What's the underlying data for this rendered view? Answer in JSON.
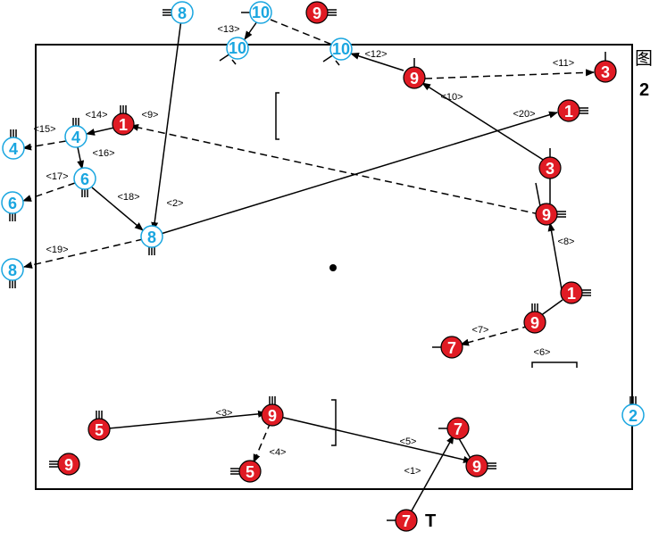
{
  "caption": {
    "title": "图",
    "number": "2"
  },
  "markers": {
    "t_mark": "T"
  },
  "colors": {
    "red": "#e01b24",
    "blue": "#1aa6e0",
    "stroke": "#000000",
    "white": "#ffffff"
  },
  "players": [
    {
      "id": "p1",
      "team": "blue",
      "label": "8"
    },
    {
      "id": "p2",
      "team": "blue",
      "label": "10"
    },
    {
      "id": "p3",
      "team": "red",
      "label": "9"
    },
    {
      "id": "p4",
      "team": "blue",
      "label": "10"
    },
    {
      "id": "p5",
      "team": "blue",
      "label": "10"
    },
    {
      "id": "p6",
      "team": "red",
      "label": "9"
    },
    {
      "id": "p7",
      "team": "red",
      "label": "3"
    },
    {
      "id": "p8",
      "team": "red",
      "label": "1"
    },
    {
      "id": "p9",
      "team": "blue",
      "label": "4"
    },
    {
      "id": "p10",
      "team": "blue",
      "label": "4"
    },
    {
      "id": "p11",
      "team": "blue",
      "label": "6"
    },
    {
      "id": "p12",
      "team": "blue",
      "label": "6"
    },
    {
      "id": "p13",
      "team": "blue",
      "label": "8"
    },
    {
      "id": "p14",
      "team": "blue",
      "label": "8"
    },
    {
      "id": "p15",
      "team": "red",
      "label": "1"
    },
    {
      "id": "p16",
      "team": "red",
      "label": "3"
    },
    {
      "id": "p17",
      "team": "red",
      "label": "9"
    },
    {
      "id": "p18",
      "team": "red",
      "label": "1"
    },
    {
      "id": "p19",
      "team": "red",
      "label": "9"
    },
    {
      "id": "p20",
      "team": "red",
      "label": "7"
    },
    {
      "id": "p21",
      "team": "red",
      "label": "5"
    },
    {
      "id": "p22",
      "team": "red",
      "label": "9"
    },
    {
      "id": "p23",
      "team": "red",
      "label": "9"
    },
    {
      "id": "p24",
      "team": "red",
      "label": "5"
    },
    {
      "id": "p25",
      "team": "red",
      "label": "7"
    },
    {
      "id": "p26",
      "team": "red",
      "label": "9"
    },
    {
      "id": "p27",
      "team": "red",
      "label": "7"
    },
    {
      "id": "p28",
      "team": "blue",
      "label": "2"
    }
  ],
  "paths": [
    {
      "id": "l1",
      "label": "<1>"
    },
    {
      "id": "l2",
      "label": "<2>"
    },
    {
      "id": "l3",
      "label": "<3>"
    },
    {
      "id": "l4",
      "label": "<4>"
    },
    {
      "id": "l5",
      "label": "<5>"
    },
    {
      "id": "l6",
      "label": "<6>"
    },
    {
      "id": "l7",
      "label": "<7>"
    },
    {
      "id": "l8",
      "label": "<8>"
    },
    {
      "id": "l9",
      "label": "<9>"
    },
    {
      "id": "l10",
      "label": "<10>"
    },
    {
      "id": "l11",
      "label": "<11>"
    },
    {
      "id": "l12",
      "label": "<12>"
    },
    {
      "id": "l13",
      "label": "<13>"
    },
    {
      "id": "l14",
      "label": "<14>"
    },
    {
      "id": "l15",
      "label": "<15>"
    },
    {
      "id": "l16",
      "label": "<16>"
    },
    {
      "id": "l17",
      "label": "<17>"
    },
    {
      "id": "l18",
      "label": "<18>"
    },
    {
      "id": "l19",
      "label": "<19>"
    },
    {
      "id": "l20",
      "label": "<20>"
    }
  ]
}
